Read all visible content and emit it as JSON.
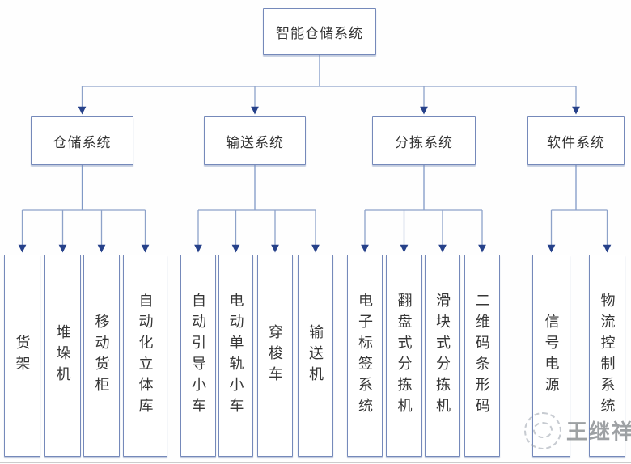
{
  "diagram": {
    "type": "tree",
    "title": "智能仓储系统",
    "tree": {
      "root": {
        "label": "智能仓储系统"
      },
      "branches": [
        {
          "label": "仓储系统",
          "children": [
            "货架",
            "堆垛机",
            "移动货柜",
            "自动化立体库"
          ]
        },
        {
          "label": "输送系统",
          "children": [
            "自动引导小车",
            "电动单轨小车",
            "穿梭车",
            "输送机"
          ]
        },
        {
          "label": "分拣系统",
          "children": [
            "电子标签系统",
            "翻盘式分拣机",
            "滑块式分拣机",
            "二维码条形码"
          ]
        },
        {
          "label": "软件系统",
          "children": [
            "信号电源",
            "物流控制系统"
          ]
        }
      ]
    },
    "colors": {
      "box_border": "#7589ba",
      "connector_line": "#8da2c9",
      "arrowhead": "#26418a",
      "text": "#363636",
      "background": "#fefefe",
      "watermark_gray": "#6e7277"
    }
  },
  "watermark": {
    "text": "王继祥",
    "icon": "dashed-circle-stamp"
  }
}
